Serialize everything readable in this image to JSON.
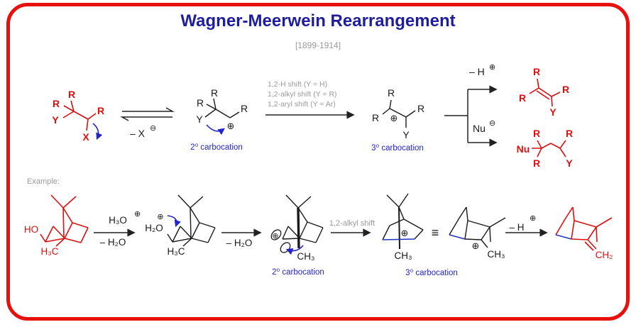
{
  "title": "Wagner-Meerwein Rearrangement",
  "subtitle": "[1899-1914]",
  "example_label": "Example:",
  "colors": {
    "border_red": "#e8100c",
    "title_blue": "#1e1e9c",
    "structure_red": "#da1010",
    "mechanism_blue": "#2323cc",
    "annotation_gray": "#9a9a9a",
    "bond_black": "#1a1a1a"
  },
  "mechanism": {
    "substrate": {
      "r_top": "R",
      "r_left": "R",
      "y_label": "Y",
      "r_right": "R",
      "x_label": "X"
    },
    "minus_x": {
      "text": "– X",
      "charge": "⊖"
    },
    "cation2": {
      "r_top": "R",
      "r_left": "R",
      "y_label": "Y",
      "r_right": "R",
      "charge": "⊕",
      "caption": "2⁰ carbocation"
    },
    "shift_lines": [
      "1,2-H shift (Y = H)",
      "1,2-alkyl shift (Y = R)",
      "1,2-aryl shift (Y = Ar)"
    ],
    "cation3": {
      "r_top": "R",
      "r_left": "R",
      "charge": "⊕",
      "r_right": "R",
      "y_label": "Y",
      "caption": "3⁰ carbocation"
    },
    "minus_h": {
      "text": "– H",
      "charge": "⊕"
    },
    "nu": {
      "text": "Nu",
      "charge": "⊖"
    },
    "alkene": {
      "r_top": "R",
      "r_left": "R",
      "r_right": "R",
      "y_label": "Y"
    },
    "substitution": {
      "nu": "Nu",
      "r_top_left": "R",
      "r_bottom_left": "R",
      "r_top_right": "R",
      "y_label": "Y"
    }
  },
  "example": {
    "borneol": {
      "ho": "HO",
      "h3c": "H₃C"
    },
    "step1": {
      "top": "H₃O",
      "top_charge": "⊕",
      "bottom": "– H₂O"
    },
    "oxocarbenium": {
      "h2o": "H₂O",
      "charge": "⊕",
      "h3c": "H₃C"
    },
    "step2": {
      "bottom": "– H₂O"
    },
    "cation2": {
      "charge": "⊕",
      "ch3": "CH₃",
      "caption": "2⁰ carbocation"
    },
    "step3": {
      "label": "1,2-alkyl shift"
    },
    "cation3a": {
      "charge": "⊕",
      "ch3": "CH₃",
      "caption": "3⁰ carbocation"
    },
    "equiv": "≡",
    "cation3b": {
      "charge": "⊕",
      "ch3": "CH₃"
    },
    "step4": {
      "text": "– H",
      "charge": "⊕"
    },
    "camphene": {
      "ch2": "CH₂"
    }
  }
}
